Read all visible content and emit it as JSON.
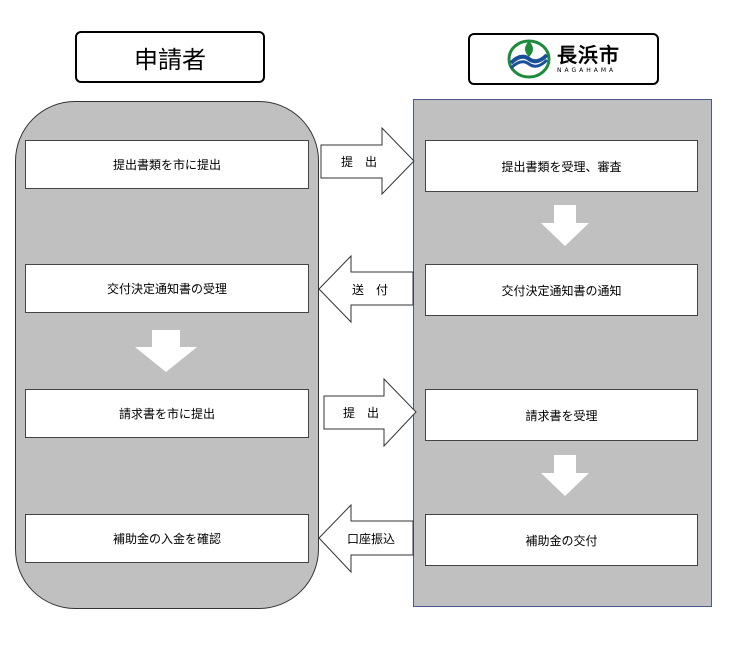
{
  "applicant": {
    "title": "申請者",
    "steps": [
      "提出書類を市に提出",
      "交付決定通知書の受理",
      "請求書を市に提出",
      "補助金の入金を確認"
    ]
  },
  "city": {
    "logo_name": "長浜市",
    "logo_sub": "NAGAHAMA",
    "steps": [
      "提出書類を受理、審査",
      "交付決定通知書の通知",
      "請求書を受理",
      "補助金の交付"
    ]
  },
  "arrows": {
    "submit_1": "提　出",
    "send": "送　付",
    "submit_2": "提　出",
    "transfer": "口座振込"
  },
  "colors": {
    "lane_fill": "#c0c0c0",
    "logo_green": "#1e8a3c",
    "logo_blue": "#1a4f9a"
  }
}
